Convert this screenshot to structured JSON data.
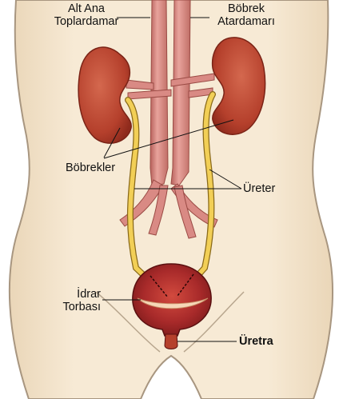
{
  "labels": {
    "alt_ana_line1": "Alt Ana",
    "alt_ana_line2": "Toplardamar",
    "bobrek_line1": "Böbrek",
    "bobrek_line2": "Atardamarı",
    "bobrekler": "Böbrekler",
    "ureter": "Üreter",
    "idrar_line1": "İdrar",
    "idrar_line2": "Torbası",
    "uretra": "Üretra"
  },
  "colors": {
    "skin": "#f5e6cf",
    "skin_outline": "#a89680",
    "kidney": "#b5402c",
    "vessel": "#d98a84",
    "ureter": "#f2cf56",
    "bladder": "#a82a2a",
    "leader_line": "#111111"
  }
}
